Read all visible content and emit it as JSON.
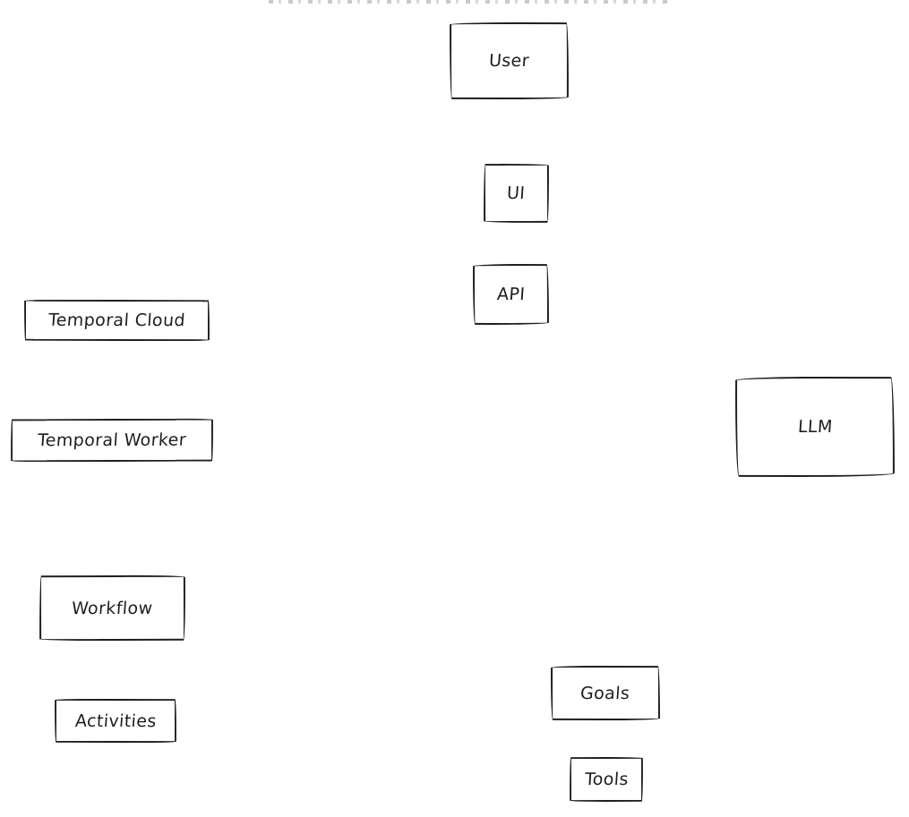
{
  "diagram": {
    "style": "hand-drawn-sketch",
    "background_color": "#ffffff",
    "stroke_color": "#1e1e1e",
    "node_fill_color": "#ffffff",
    "nodes": [
      {
        "id": "user",
        "label": "User"
      },
      {
        "id": "ui",
        "label": "UI"
      },
      {
        "id": "api",
        "label": "API"
      },
      {
        "id": "temporal-cloud",
        "label": "Temporal Cloud"
      },
      {
        "id": "temporal-worker",
        "label": "Temporal Worker"
      },
      {
        "id": "llm",
        "label": "LLM"
      },
      {
        "id": "workflow",
        "label": "Workflow"
      },
      {
        "id": "activities",
        "label": "Activities"
      },
      {
        "id": "goals",
        "label": "Goals"
      },
      {
        "id": "tools",
        "label": "Tools"
      }
    ],
    "connectors": []
  }
}
